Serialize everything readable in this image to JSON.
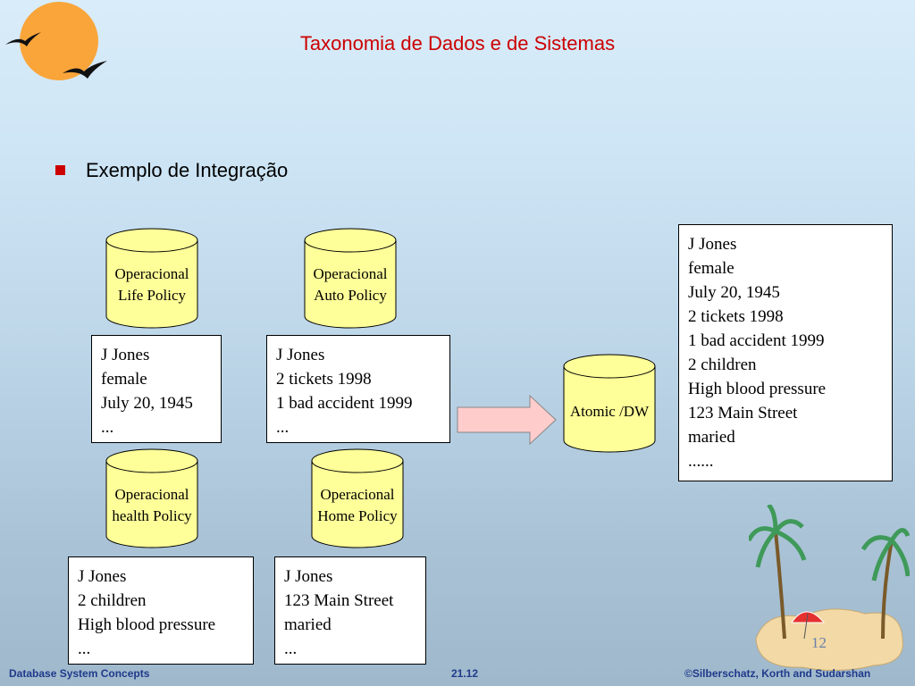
{
  "slide": {
    "title": "Taxonomia de Dados e de Sistemas",
    "bullet": "Exemplo de Integração",
    "page_number": "12"
  },
  "sources": [
    {
      "db_label_1": "Operacional",
      "db_label_2": "Life Policy",
      "record": [
        "J Jones",
        "female",
        "July 20, 1945",
        "..."
      ]
    },
    {
      "db_label_1": "Operacional",
      "db_label_2": "Auto Policy",
      "record": [
        "J Jones",
        "2 tickets 1998",
        "1 bad accident 1999",
        "..."
      ]
    },
    {
      "db_label_1": "Operacional",
      "db_label_2": "health Policy",
      "record": [
        "J Jones",
        "2 children",
        "High blood pressure",
        "..."
      ]
    },
    {
      "db_label_1": "Operacional",
      "db_label_2": "Home Policy",
      "record": [
        "J Jones",
        "123 Main Street",
        "maried",
        "..."
      ]
    }
  ],
  "target": {
    "db_label": "Atomic /DW",
    "record": [
      "J Jones",
      "female",
      "July 20, 1945",
      "2 tickets 1998",
      "1 bad accident 1999",
      "2 children",
      "High blood pressure",
      "123 Main Street",
      "maried",
      "......"
    ]
  },
  "footer": {
    "left": "Database System Concepts",
    "center": "21.12",
    "right": "©Silberschatz, Korth and Sudarshan"
  },
  "colors": {
    "title": "#cc0000",
    "cylinder_fill": "#ffff99",
    "arrow_fill": "#ffcccc",
    "footer": "#1f3a8a"
  },
  "icons": [
    "sun-birds-icon",
    "island-palm-icon"
  ]
}
